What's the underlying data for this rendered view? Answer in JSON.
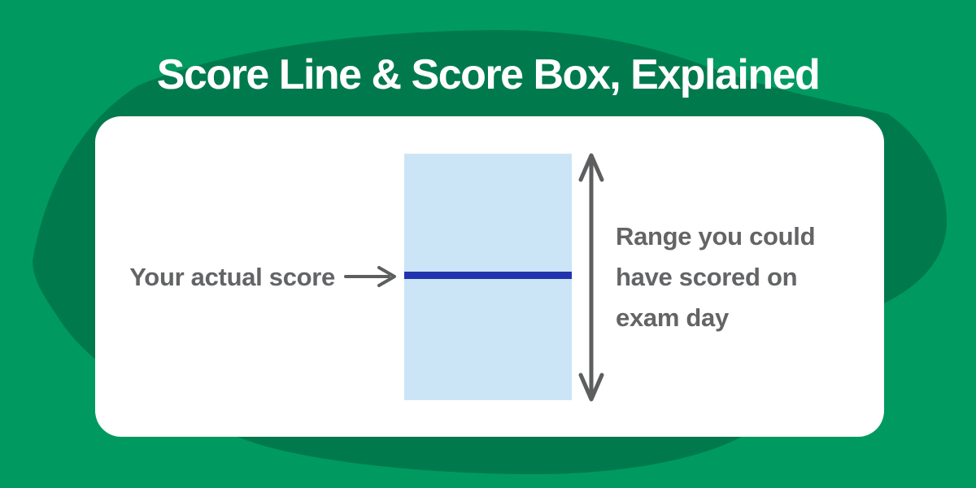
{
  "title": "Score Line & Score Box, Explained",
  "diagram": {
    "left_label": "Your actual score",
    "range_label": "Range you could have scored on exam day",
    "range_label_lines": [
      "Range you could",
      "have scored on",
      "exam day"
    ]
  },
  "icons": {
    "left_arrow": "right-arrow-icon",
    "range_arrow": "vertical-double-arrow-icon"
  },
  "colors": {
    "background": "#009a61",
    "blob": "#007a4d",
    "card": "#ffffff",
    "score_box": "#cbe5f6",
    "score_line": "#2233ae",
    "label_gray": "#636466",
    "arrow_gray": "#5d5e60",
    "title_color": "#ffffff"
  }
}
